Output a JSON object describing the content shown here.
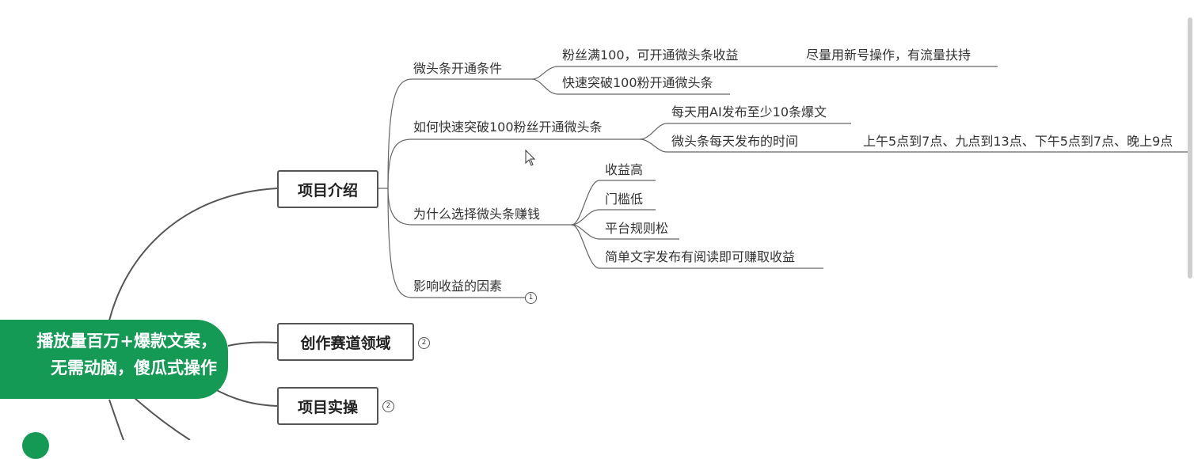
{
  "root": {
    "line1": "播放量百万+爆款文案，",
    "line2": "无需动脑，傻瓜式操作"
  },
  "topics": {
    "intro": "项目介绍",
    "track": "创作赛道领域",
    "practice": "项目实操"
  },
  "intro_branches": {
    "condition": "微头条开通条件",
    "condition_fans": "粉丝满100，可开通微头条收益",
    "condition_fans_note": "尽量用新号操作，有流量扶持",
    "condition_fast": "快速突破100粉开通微头条",
    "how_fast": "如何快速突破100粉丝开通微头条",
    "how_fast_daily": "每天用AI发布至少10条爆文",
    "how_fast_time": "微头条每天发布的时间",
    "how_fast_time_detail": "上午5点到7点、九点到13点、下午5点到7点、晚上9点",
    "why": "为什么选择微头条赚钱",
    "why_income": "收益高",
    "why_threshold": "门槛低",
    "why_rules": "平台规则松",
    "why_simple": "简单文字发布有阅读即可赚取收益",
    "factors": "影响收益的因素"
  },
  "badges": {
    "factors": "1",
    "track": "2",
    "practice": "2"
  },
  "colors": {
    "root_bg": "#159a55",
    "line": "#555555",
    "text": "#333333"
  }
}
